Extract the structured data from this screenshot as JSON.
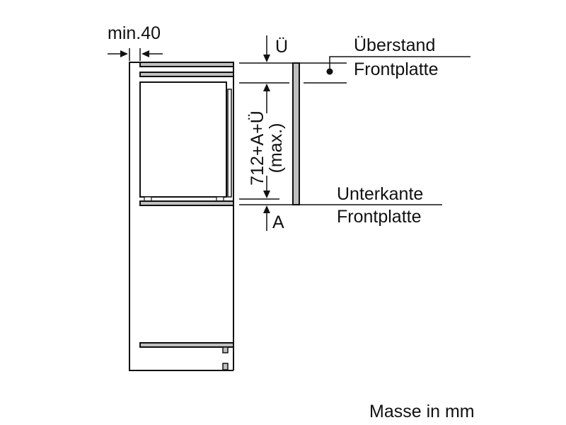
{
  "diagram": {
    "min_gap_label": "min.40",
    "overhang_symbol": "Ü",
    "overhang_label_line1": "Überstand",
    "overhang_label_line2": "Frontplatte",
    "height_label_line1": "712+A+Ü",
    "height_label_line2": "(max.)",
    "bottom_symbol": "A",
    "bottom_label_line1": "Unterkante",
    "bottom_label_line2": "Frontplatte",
    "units_note": "Masse in mm"
  },
  "colors": {
    "line": "#111111",
    "panel_fill": "#c0c0c0",
    "background": "#ffffff"
  }
}
